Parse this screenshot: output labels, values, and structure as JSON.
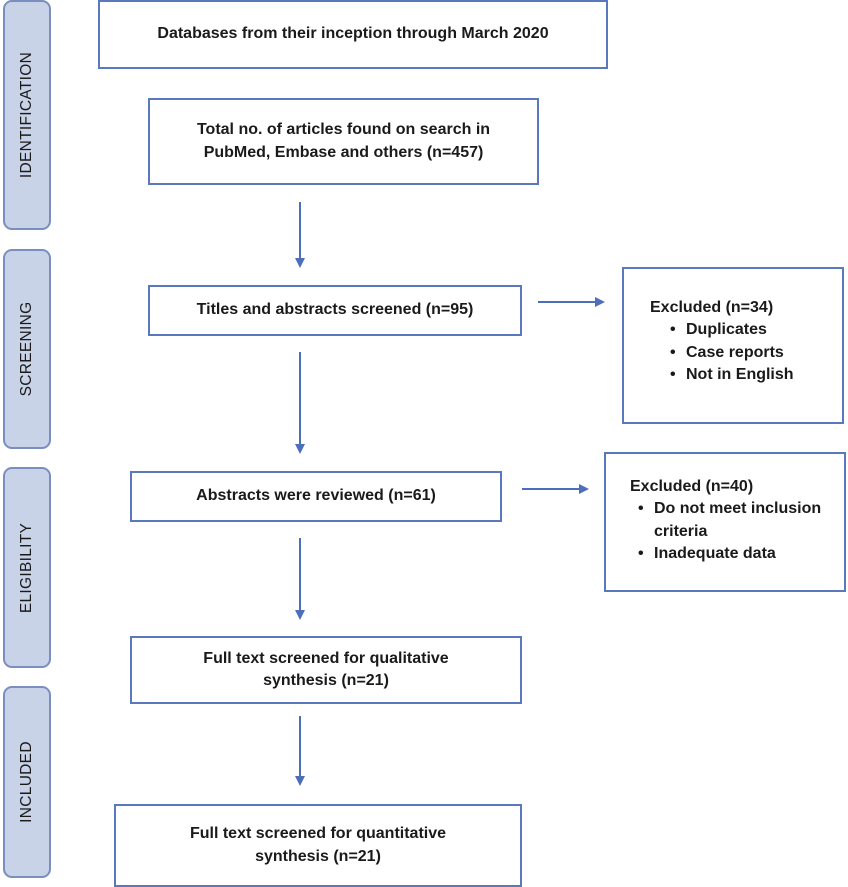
{
  "colors": {
    "box_border": "#5a78bc",
    "arrow": "#4d6fba",
    "phase_fill": "#c8d3e8",
    "phase_border": "#7a8fc0"
  },
  "phases": [
    {
      "label": "IDENTIFICATION"
    },
    {
      "label": "SCREENING"
    },
    {
      "label": "ELIGIBILITY"
    },
    {
      "label": "INCLUDED"
    }
  ],
  "boxes": {
    "databases": "Databases from their inception through March 2020",
    "total_articles": {
      "line1": "Total no. of articles found on search in",
      "line2": "PubMed, Embase and others (n=457)"
    },
    "titles_screened": "Titles and abstracts screened (n=95)",
    "abstracts_reviewed": "Abstracts were reviewed (n=61)",
    "full_text_qualitative": {
      "line1": "Full text screened for qualitative",
      "line2": "synthesis (n=21)"
    },
    "full_text_quantitative": {
      "line1": "Full text screened for quantitative",
      "line2": "synthesis (n=21)"
    }
  },
  "exclusions": {
    "screening": {
      "title": "Excluded (n=34)",
      "items": [
        "Duplicates",
        "Case reports",
        "Not in English"
      ]
    },
    "eligibility": {
      "title": "Excluded (n=40)",
      "items": [
        "Do not meet inclusion criteria",
        "Inadequate data"
      ]
    }
  }
}
